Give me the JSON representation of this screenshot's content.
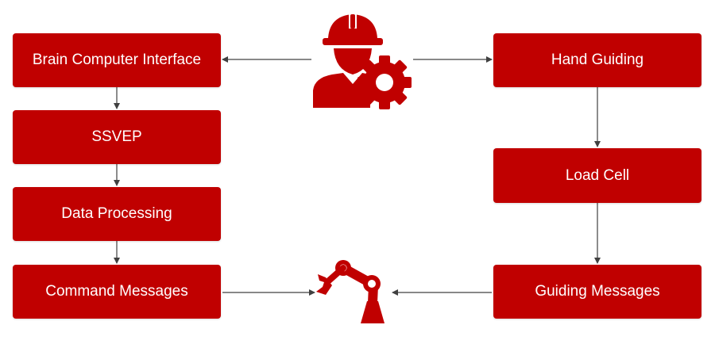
{
  "colors": {
    "box_fill": "#c00000",
    "box_text": "#ffffff",
    "arrow": "#404040",
    "icon": "#c00000"
  },
  "left_column": {
    "boxes": [
      "Brain Computer Interface",
      "SSVEP",
      "Data Processing",
      "Command Messages"
    ]
  },
  "right_column": {
    "boxes": [
      "Hand Guiding",
      "Load Cell",
      "Guiding Messages"
    ]
  },
  "icons": {
    "operator": "worker-with-gear-icon",
    "robot": "robot-arm-icon"
  }
}
